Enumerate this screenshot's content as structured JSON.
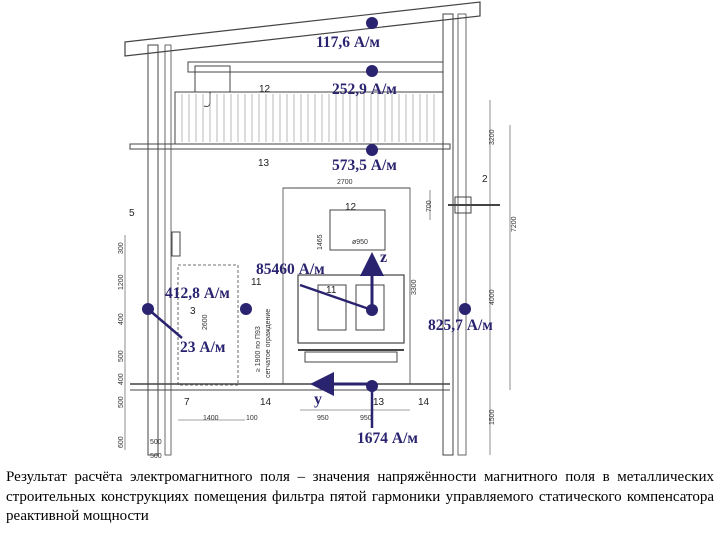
{
  "field_values": [
    {
      "label": "117,6 А/м"
    },
    {
      "label": "252,9 А/м"
    },
    {
      "label": "573,5 А/м"
    },
    {
      "label": "85460 А/м"
    },
    {
      "label": "412,8 А/м"
    },
    {
      "label": "23 А/м"
    },
    {
      "label": "825,7 А/м"
    },
    {
      "label": "1674 А/м"
    }
  ],
  "axes": {
    "z": "z",
    "y": "y"
  },
  "callouts": [
    "12",
    "13",
    "2",
    "5",
    "11",
    "12",
    "11",
    "3",
    "7",
    "14",
    "13",
    "14"
  ],
  "dimensions": [
    "2700",
    "700",
    "3200",
    "7200",
    "4000",
    "1500",
    "3300",
    "1465",
    "ø950",
    "2600",
    "1400",
    "100",
    "950",
    "950",
    "500",
    "500",
    "400",
    "1200",
    "300",
    "400",
    "500",
    "600",
    "500"
  ],
  "annotations": [
    "≥ 1900 по П93",
    "сетчатое ограждение"
  ],
  "colors": {
    "marker": "#2a2470",
    "line": "#444444"
  },
  "caption": "Результат расчёта электромагнитного поля – значения напряжённости магнитного поля в металлических строительных конструкциях помещения фильтра пятой гармоники управляемого статического компенсатора реактивной мощности"
}
